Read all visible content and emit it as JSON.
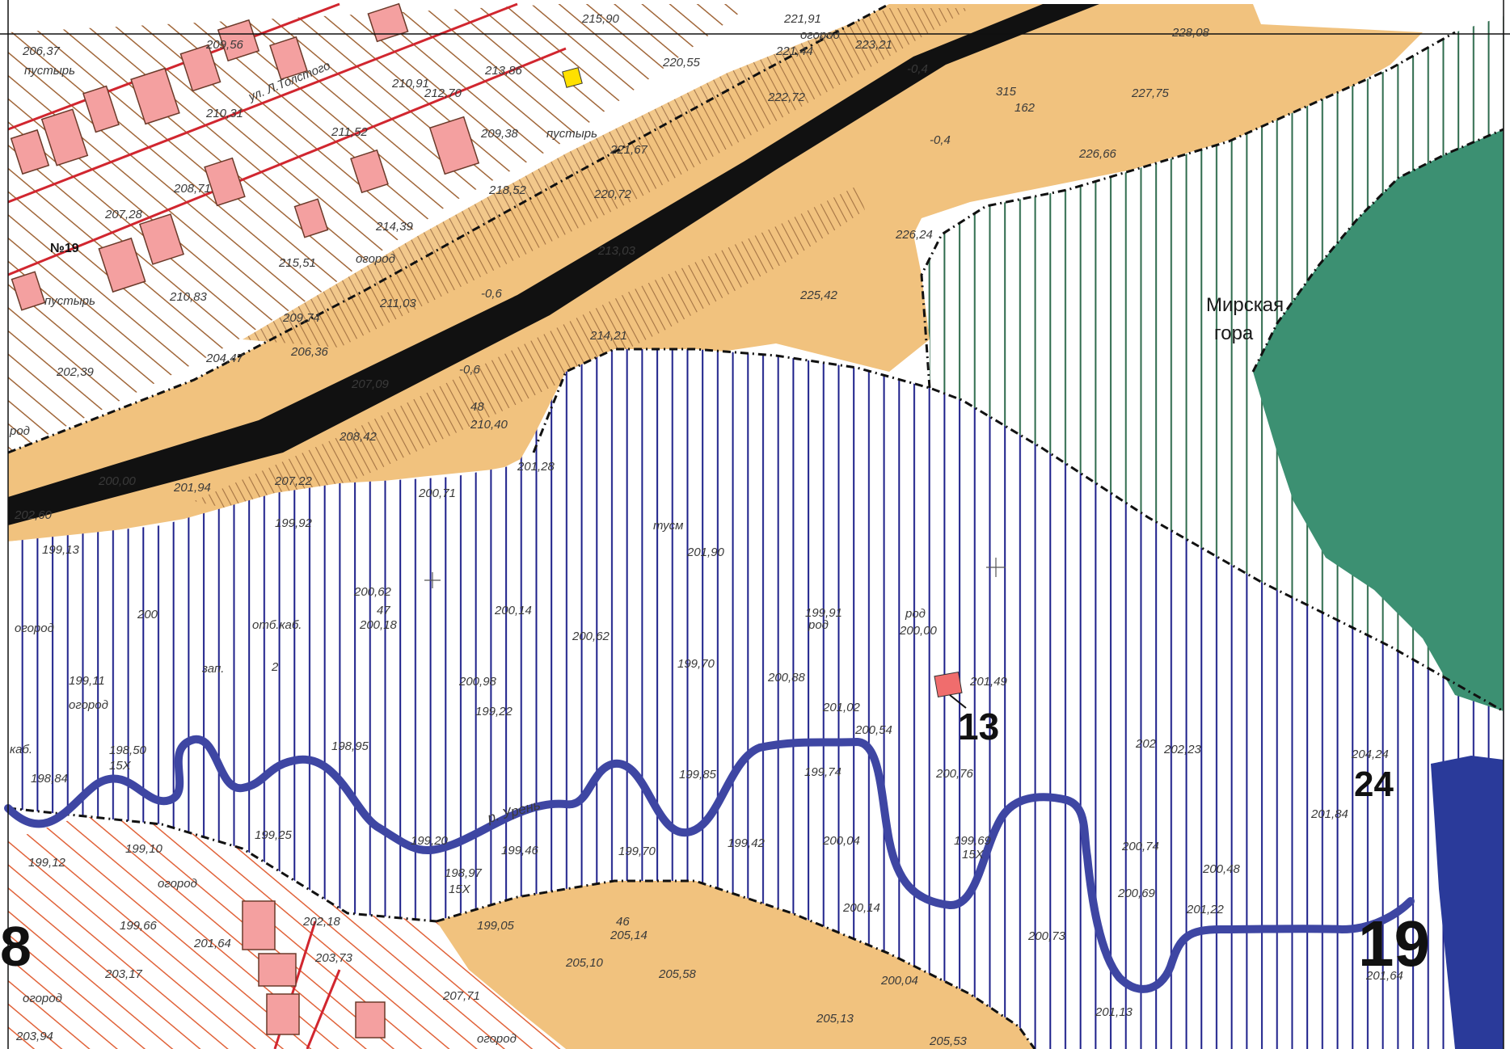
{
  "map": {
    "colors": {
      "sand": "#f1c27e",
      "hatch_brown": "#a1673a",
      "hatch_blue": "#1c1f8a",
      "hatch_orange": "#e1633a",
      "forest": "#3c9072",
      "hatch_green": "#2e6b4d",
      "river": "#3e46a3",
      "building": "#f4a0a0",
      "marker_red": "#f06d6d",
      "marker_yellow": "#ffe000",
      "road": "#111111",
      "red_line": "#d1262f",
      "water_dark": "#2a3a9a"
    },
    "place_name_line1": "Мирская",
    "place_name_line2": "гора",
    "river_label": "р. Урень",
    "street_label": "ул. Л.Толстого",
    "parcel_labels": {
      "p19": "№19",
      "m13": "13",
      "m24": "24",
      "m19": "19",
      "m8": "8"
    },
    "land_labels": {
      "ogorod_1": "огород",
      "ogorod_2": "огород",
      "ogorod_3": "огород",
      "ogorod_4": "огород",
      "ogorod_5": "огород",
      "ogorod_6": "огород",
      "ogorod_7": "огород",
      "rod_1": "род",
      "rod_2": "род",
      "pustyr_1": "пустырь",
      "pustyr_2": "пустырь",
      "pustyr_3": "пустырь",
      "tusm": "тусм",
      "otbkab": "отб.каб.",
      "kab": "каб.",
      "zap": "зап.",
      "rod_left": "род"
    },
    "elevations": {
      "e01": "206,37",
      "e02": "209,56",
      "e03": "215,90",
      "e04": "221,91",
      "e05": "228,08",
      "e06": "221,44",
      "e07": "223,21",
      "e08": "227,75",
      "e09": "226,66",
      "e10": "226,24",
      "e11": "225,42",
      "e12": "222,72",
      "e13": "221,67",
      "e14": "220,72",
      "e15": "218,52",
      "e16": "220,55",
      "e17": "213,03",
      "e18": "214,39",
      "e19": "215,51",
      "e20": "210,83",
      "e21": "209,74",
      "e22": "211,03",
      "e23": "214,21",
      "e24": "206,36",
      "e25": "204,47",
      "e26": "202,39",
      "e27": "207,09",
      "e28": "208,42",
      "e29": "207,22",
      "e30": "201,94",
      "e31": "201,28",
      "e32": "200,71",
      "e33": "199,92",
      "e34": "199,13",
      "e35": "201,90",
      "e36": "200,62",
      "e37": "200,14",
      "e38": "200,18",
      "e39": "200,62",
      "e40": "199,91",
      "e41": "200,00",
      "e42": "201,49",
      "e43": "199,70",
      "e44": "200,88",
      "e45": "201,02",
      "e46": "200,98",
      "e47": "199,22",
      "e48": "199,11",
      "e49": "200,54",
      "e50": "198,50",
      "e51": "198,95",
      "e52": "198,84",
      "e53": "199,85",
      "e54": "199,74",
      "e55": "200,76",
      "e56": "202,23",
      "e57": "204,24",
      "e58": "201,84",
      "e59": "199,20",
      "e60": "199,46",
      "e61": "199,70",
      "e62": "199,42",
      "e63": "200,04",
      "e64": "199,69",
      "e65": "200,74",
      "e66": "200,48",
      "e67": "199,12",
      "e68": "199,10",
      "e69": "199,25",
      "e70": "198,97",
      "e71": "199,05",
      "e72": "205,14",
      "e73": "200,14",
      "e74": "200,69",
      "e75": "201,22",
      "e76": "200,73",
      "e77": "199,66",
      "e78": "201,64",
      "e79": "202,18",
      "e80": "203,73",
      "e81": "203,17",
      "e82": "205,58",
      "e83": "207,71",
      "e84": "200,04",
      "e85": "205,13",
      "e86": "201,13",
      "e87": "201,64",
      "e88": "203,94",
      "e89": "205,53",
      "e90": "210,40",
      "e91": "210,91",
      "e92": "213,86",
      "e93": "212,70",
      "e94": "210,31",
      "e95": "208,71",
      "e96": "211,52",
      "e97": "209,38",
      "e98": "207,28",
      "e99": "202,60",
      "e100": "200,00",
      "e101": "205,10"
    },
    "slope_marks": {
      "s1": "-0,4",
      "s2": "-0,4",
      "s3": "-0,6",
      "s4": "-0,6",
      "s5": "315",
      "s6": "162",
      "s7": "48",
      "s8": "47",
      "s9": "15Х",
      "s10": "15Х",
      "s11": "15Х",
      "s12": "46",
      "s13": "200",
      "s14": "202",
      "s15": "2"
    }
  }
}
